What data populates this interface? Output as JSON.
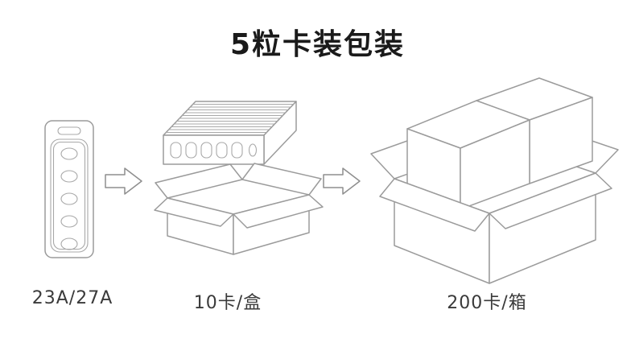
{
  "title": "5粒卡装包装",
  "stages": [
    {
      "name": "blister-card",
      "label": "23A/27A",
      "pills_per_card": 5
    },
    {
      "name": "inner-box",
      "label": "10卡/盒"
    },
    {
      "name": "master-carton",
      "label": "200卡/箱"
    }
  ],
  "icons": [
    {
      "name": "right-arrow-icon",
      "count": 2
    }
  ],
  "colors": {
    "background": "#ffffff",
    "line_art": "#9b9b9b",
    "title_text": "#1a1a1a",
    "label_text": "#3a3a3a"
  }
}
